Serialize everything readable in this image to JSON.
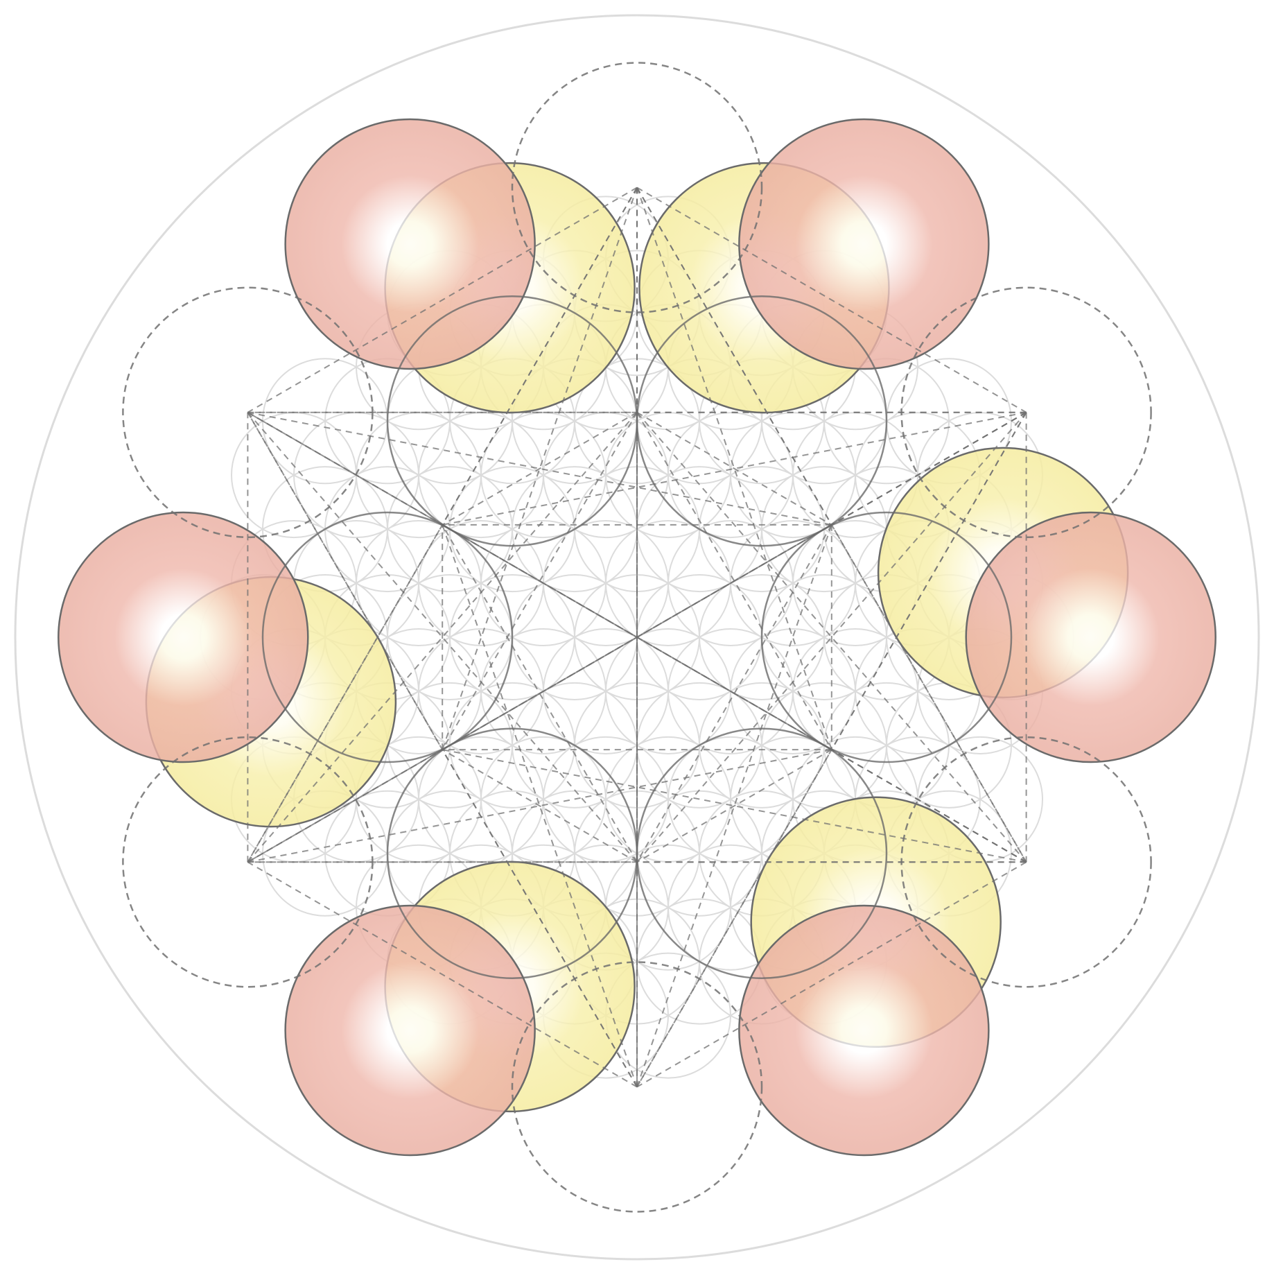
{
  "figure": {
    "kind": "sacred-geometry-circle-pattern",
    "elements": [
      "outer-boundary-circle",
      "flower-of-life-grid-circles",
      "dashed-hexagram-lines",
      "dashed-construction-circles",
      "inner-ring-circles",
      "yellow-sphere-circles",
      "red-sphere-circles"
    ],
    "colors": {
      "background": "#ffffff",
      "grid_line": "#dcdcdc",
      "dashed_line": "#707070",
      "solid_line": "#6a6a6a",
      "red_fill": "#efb6aa",
      "yellow_fill": "#f7efa9",
      "highlight": "#ffffff"
    },
    "counts": {
      "red_spheres": 6,
      "yellow_spheres": 6,
      "inner_ring_circles": 6,
      "dashed_circles": 6
    }
  }
}
